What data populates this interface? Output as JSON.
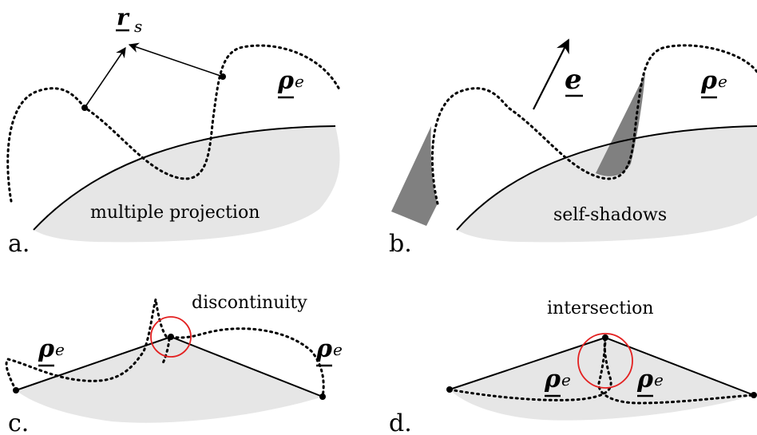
{
  "panels": {
    "a": {
      "letter": "a.",
      "caption": "multiple projection",
      "vector_symbol": "r",
      "vector_subscript": "s",
      "rho_symbol": "ρ",
      "rho_subscript": "e"
    },
    "b": {
      "letter": "b.",
      "caption": "self-shadows",
      "vector_symbol": "e",
      "rho_symbol": "ρ",
      "rho_subscript": "e"
    },
    "c": {
      "letter": "c.",
      "caption": "discontinuity",
      "rho_symbol": "ρ",
      "rho_subscript": "e"
    },
    "d": {
      "letter": "d.",
      "caption": "intersection",
      "rho_symbol": "ρ",
      "rho_subscript": "e"
    }
  },
  "colors": {
    "surface_fill": "#e6e6e6",
    "shadow_fill": "#808080",
    "highlight_circle": "#e32020",
    "ink": "#000000"
  }
}
